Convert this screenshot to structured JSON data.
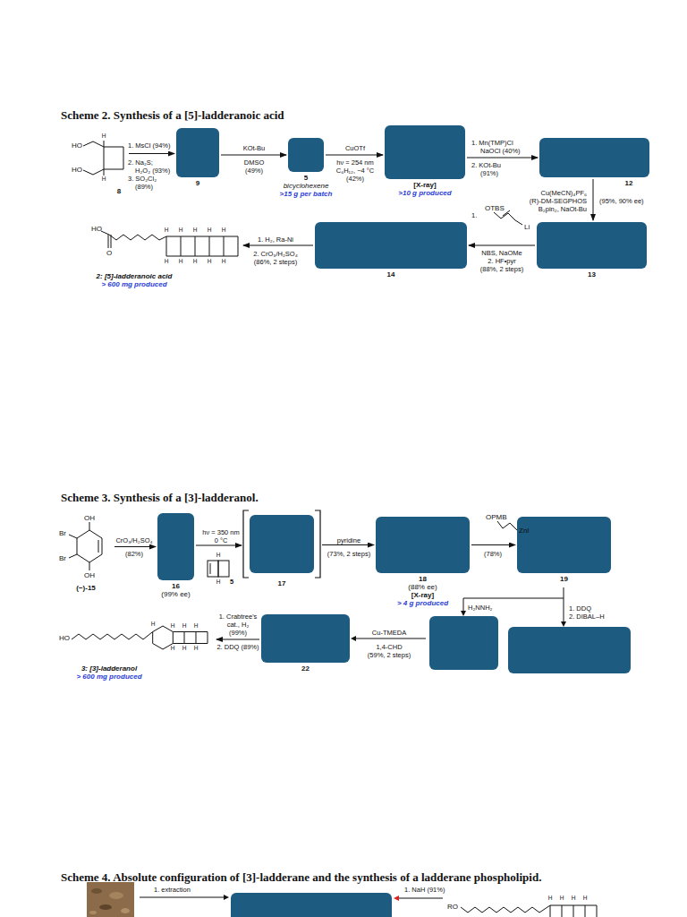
{
  "diagram": {
    "nodes": [
      {
        "text": [
          "8"
        ]
      },
      {
        "text": [
          "9"
        ]
      },
      {
        "text": [
          "5",
          "bicyclohexene",
          ">15 g per batch"
        ]
      },
      {
        "text": [
          "[X-ray]",
          ">10 g produced"
        ]
      },
      {
        "text": [
          "12"
        ]
      },
      {
        "text": [
          "13"
        ]
      },
      {
        "text": [
          "14"
        ]
      },
      {
        "text": [
          "2: [5]-ladderanoic acid",
          "> 600 mg produced"
        ]
      },
      {
        "text": [
          "(−)-15"
        ]
      },
      {
        "text": [
          "16",
          "(99% ee)"
        ]
      },
      {
        "text": [
          "17"
        ]
      },
      {
        "text": [
          "18",
          "(88% ee)",
          "[X-ray]",
          "> 4 g produced"
        ]
      },
      {
        "text": [
          "19"
        ]
      },
      {
        "text": [
          "22"
        ]
      },
      {
        "text": [
          "3: [3]-ladderanol",
          "> 600 mg produced"
        ]
      }
    ],
    "edges": [
      {
        "from": 0,
        "to": 1,
        "arrow": "to"
      },
      {
        "from": 1,
        "to": 2,
        "arrow": "to"
      },
      {
        "from": 2,
        "to": 3,
        "arrow": "to"
      },
      {
        "from": 3,
        "to": 4,
        "arrow": "to"
      },
      {
        "from": 4,
        "to": 5,
        "arrow": "to"
      },
      {
        "from": 5,
        "to": 6,
        "arrow": "to"
      },
      {
        "from": 6,
        "to": 7,
        "arrow": "to"
      },
      {
        "from": 8,
        "to": 9,
        "arrow": "to"
      },
      {
        "from": 9,
        "to": 10,
        "arrow": "to"
      },
      {
        "from": 10,
        "to": 11,
        "arrow": "to"
      },
      {
        "from": 11,
        "to": 12,
        "arrow": "to"
      },
      {
        "from": 13,
        "to": 14,
        "arrow": "to"
      }
    ],
    "labels": [
      "Scheme 2. Synthesis of a [5]-ladderanoic acid",
      "HO",
      "HO",
      "H",
      "H",
      "1. MsCl (94%)",
      "2. Na₂S;",
      "H₂O₂ (93%)",
      "3. SO₂Cl₂",
      "(89%)",
      "KOt-Bu",
      "DMSO",
      "(49%)",
      "CuOTf",
      "hν = 254 nm",
      "C₆H₁₂, −4 °C",
      "(42%)",
      "1. Mn(TMP)Cl",
      "NaOCl (40%)",
      "2. KOt-Bu",
      "(91%)",
      "Cu(MeCN)₄PF₆",
      "(R)-DM-SEGPHOS",
      "(95%, 90% ee)",
      "B₂pin₂, NaOt-Bu",
      "1.",
      "OTBS",
      "Li",
      "NBS, NaOMe",
      "2. HF•pyr",
      "(88%, 2 steps)",
      "1. H₂, Ra-Ni",
      "2. CrO₃/H₂SO₄",
      "(86%, 2 steps)",
      "HO",
      "O",
      "H",
      "H",
      "H",
      "H",
      "H",
      "H",
      "H",
      "H",
      "H",
      "H",
      "Scheme 3. Synthesis of a [3]-ladderanol.",
      "OH",
      "Br",
      "Br",
      "OH",
      "CrO₃/H₂SO₄",
      "(82%)",
      "hν = 350 nm",
      "0 °C",
      "H",
      "H",
      "5",
      "pyridine",
      "(73%, 2 steps)",
      "OPMB",
      "ZnI",
      "(78%)",
      "H₂NNH₂",
      "1. DDQ",
      "2. DIBAL–H",
      "Cu-TMEDA",
      "1,4-CHD",
      "(59%, 2 steps)",
      "1. Crabtree's",
      "cat., H₂",
      "(99%)",
      "2. DDQ (89%)",
      "HO",
      "H",
      "H",
      "H",
      "H",
      "H",
      "H",
      "H",
      "Scheme 4. Absolute configuration of [3]-ladderane and the synthesis of a ladderane phospholipid.",
      "1. extraction",
      "1. NaH (91%)",
      "RO",
      "H",
      "H",
      "H",
      "H"
    ]
  }
}
